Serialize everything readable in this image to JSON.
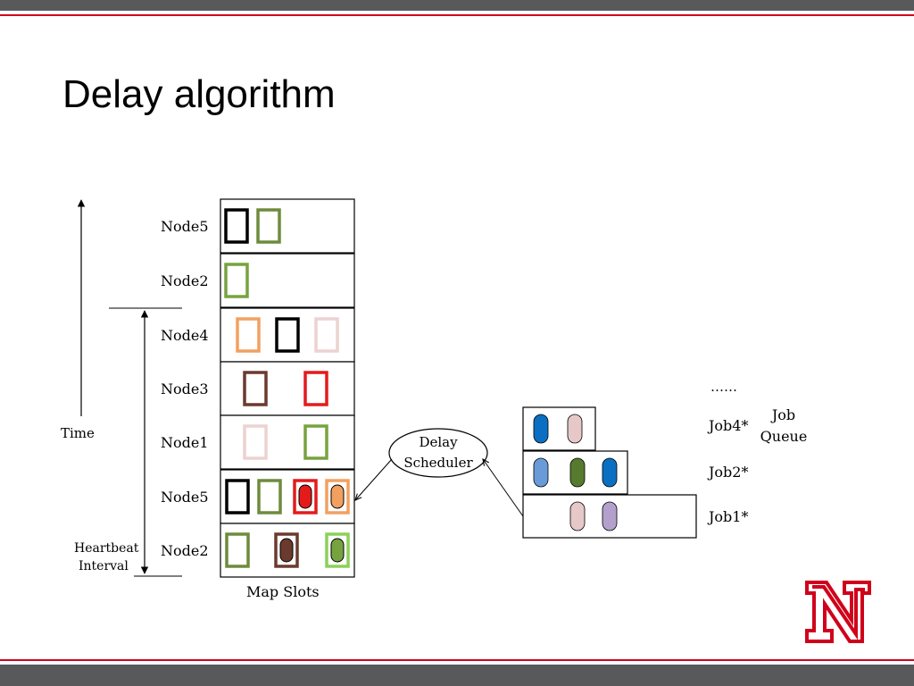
{
  "slide": {
    "title": "Delay algorithm"
  },
  "diagram": {
    "axis_labels": {
      "time": "Time",
      "heartbeat_line1": "Heartbeat",
      "heartbeat_line2": "Interval"
    },
    "map_slots_label": "Map Slots",
    "scheduler_line1": "Delay",
    "scheduler_line2": "Scheduler",
    "job_queue_line1": "Job",
    "job_queue_line2": "Queue",
    "ellipsis": "……",
    "nodes": [
      {
        "label": "Node5",
        "slots": [
          {
            "color": "#000000",
            "fill": "none"
          },
          {
            "color": "#6e8b3d",
            "fill": "none"
          }
        ]
      },
      {
        "label": "Node2",
        "slots": [
          {
            "color": "#77a33f",
            "fill": "none"
          }
        ]
      },
      {
        "label": "Node4",
        "slots": [
          {
            "color": "#f2a060",
            "fill": "none"
          },
          {
            "color": "#000000",
            "fill": "none"
          },
          {
            "color": "#ecd2d0",
            "fill": "none"
          }
        ]
      },
      {
        "label": "Node3",
        "slots": [
          {
            "color": "#6b3a2e",
            "fill": "none"
          },
          {
            "color": "#e31b1b",
            "fill": "none"
          }
        ]
      },
      {
        "label": "Node1",
        "slots": [
          {
            "color": "#ecd2d0",
            "fill": "none"
          },
          {
            "color": "#77a33f",
            "fill": "none"
          }
        ]
      },
      {
        "label": "Node5",
        "slots": [
          {
            "color": "#000000",
            "fill": "none"
          },
          {
            "color": "#6e8b3d",
            "fill": "none"
          },
          {
            "color": "#e31b1b",
            "fill": "#e31b1b"
          },
          {
            "color": "#f2a060",
            "fill": "#f2a060"
          }
        ]
      },
      {
        "label": "Node2",
        "slots": [
          {
            "color": "#6e8b3d",
            "fill": "none"
          },
          {
            "color": "#6b3a2e",
            "fill": "#6b3a2e"
          },
          {
            "color": "#8cd05a",
            "fill": "#77a33f"
          }
        ]
      }
    ],
    "jobs": [
      {
        "label": "Job4*",
        "tasks": [
          "#0a6fc2",
          "#e6c8c8"
        ]
      },
      {
        "label": "Job2*",
        "tasks": [
          "#6a9bd8",
          "#567a2e",
          "#0a6fc2"
        ]
      },
      {
        "label": "Job1*",
        "tasks": [
          "#e6c8c8",
          "#b3a0cc"
        ]
      }
    ]
  },
  "logo": {
    "letter": "N",
    "color": "#d0021b"
  }
}
